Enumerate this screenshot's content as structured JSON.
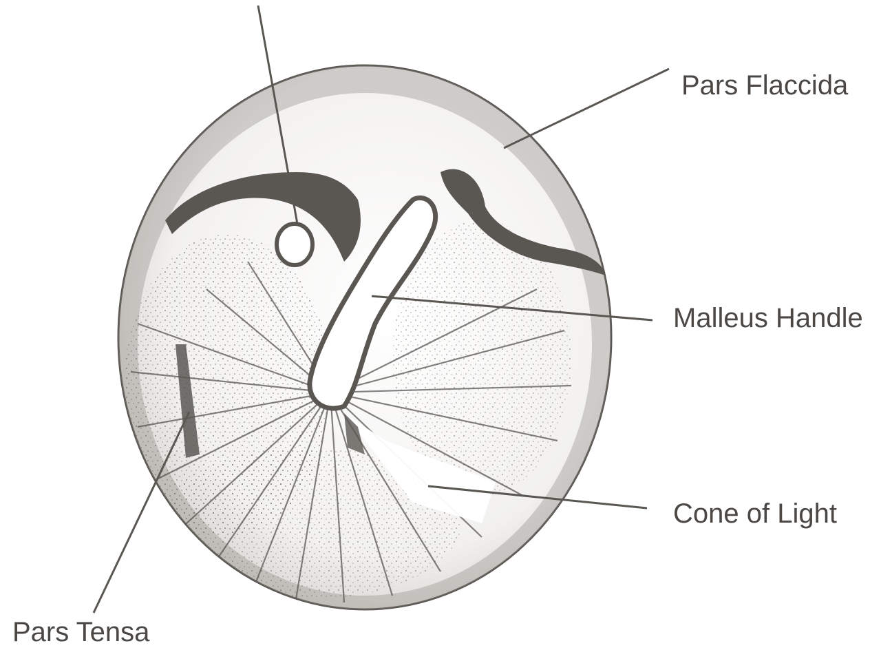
{
  "diagram": {
    "labels": {
      "pars_flaccida": "Pars Flaccida",
      "malleus_handle": "Malleus Handle",
      "cone_of_light": "Cone of Light",
      "pars_tensa": "Pars Tensa"
    },
    "colors": {
      "ink": "#5a5753",
      "text": "#4a4744",
      "background": "#ffffff"
    }
  }
}
